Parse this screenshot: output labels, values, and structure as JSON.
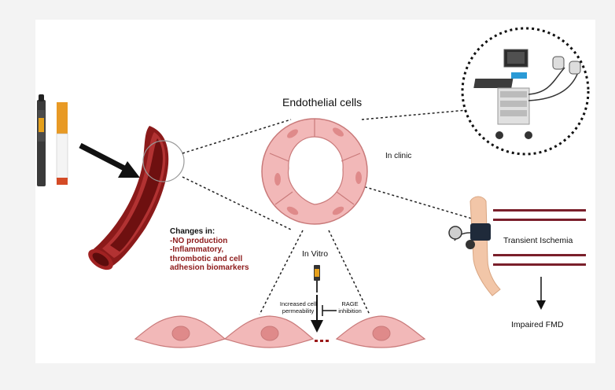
{
  "title": "Endothelial cells",
  "in_clinic": "In clinic",
  "in_vitro": "In Vitro",
  "changes": {
    "heading": "Changes in:",
    "items": [
      "-NO production",
      "-Inflammatory,",
      "thrombotic and cell",
      "adhesion biomarkers"
    ]
  },
  "permeability": {
    "line1": "Increased cell",
    "line2": "permeability"
  },
  "rage": {
    "line1": "RAGE",
    "line2": "inhibition"
  },
  "transient": "Transient Ischemia",
  "fmd": "Impaired FMD",
  "colors": {
    "vessel_outer": "#8b1a1a",
    "vessel_inner": "#6e1010",
    "cell_fill": "#f2b8b8",
    "cell_stroke": "#c97a7a",
    "nucleus": "#df8a8a",
    "stripe": "#7a1f2b"
  }
}
